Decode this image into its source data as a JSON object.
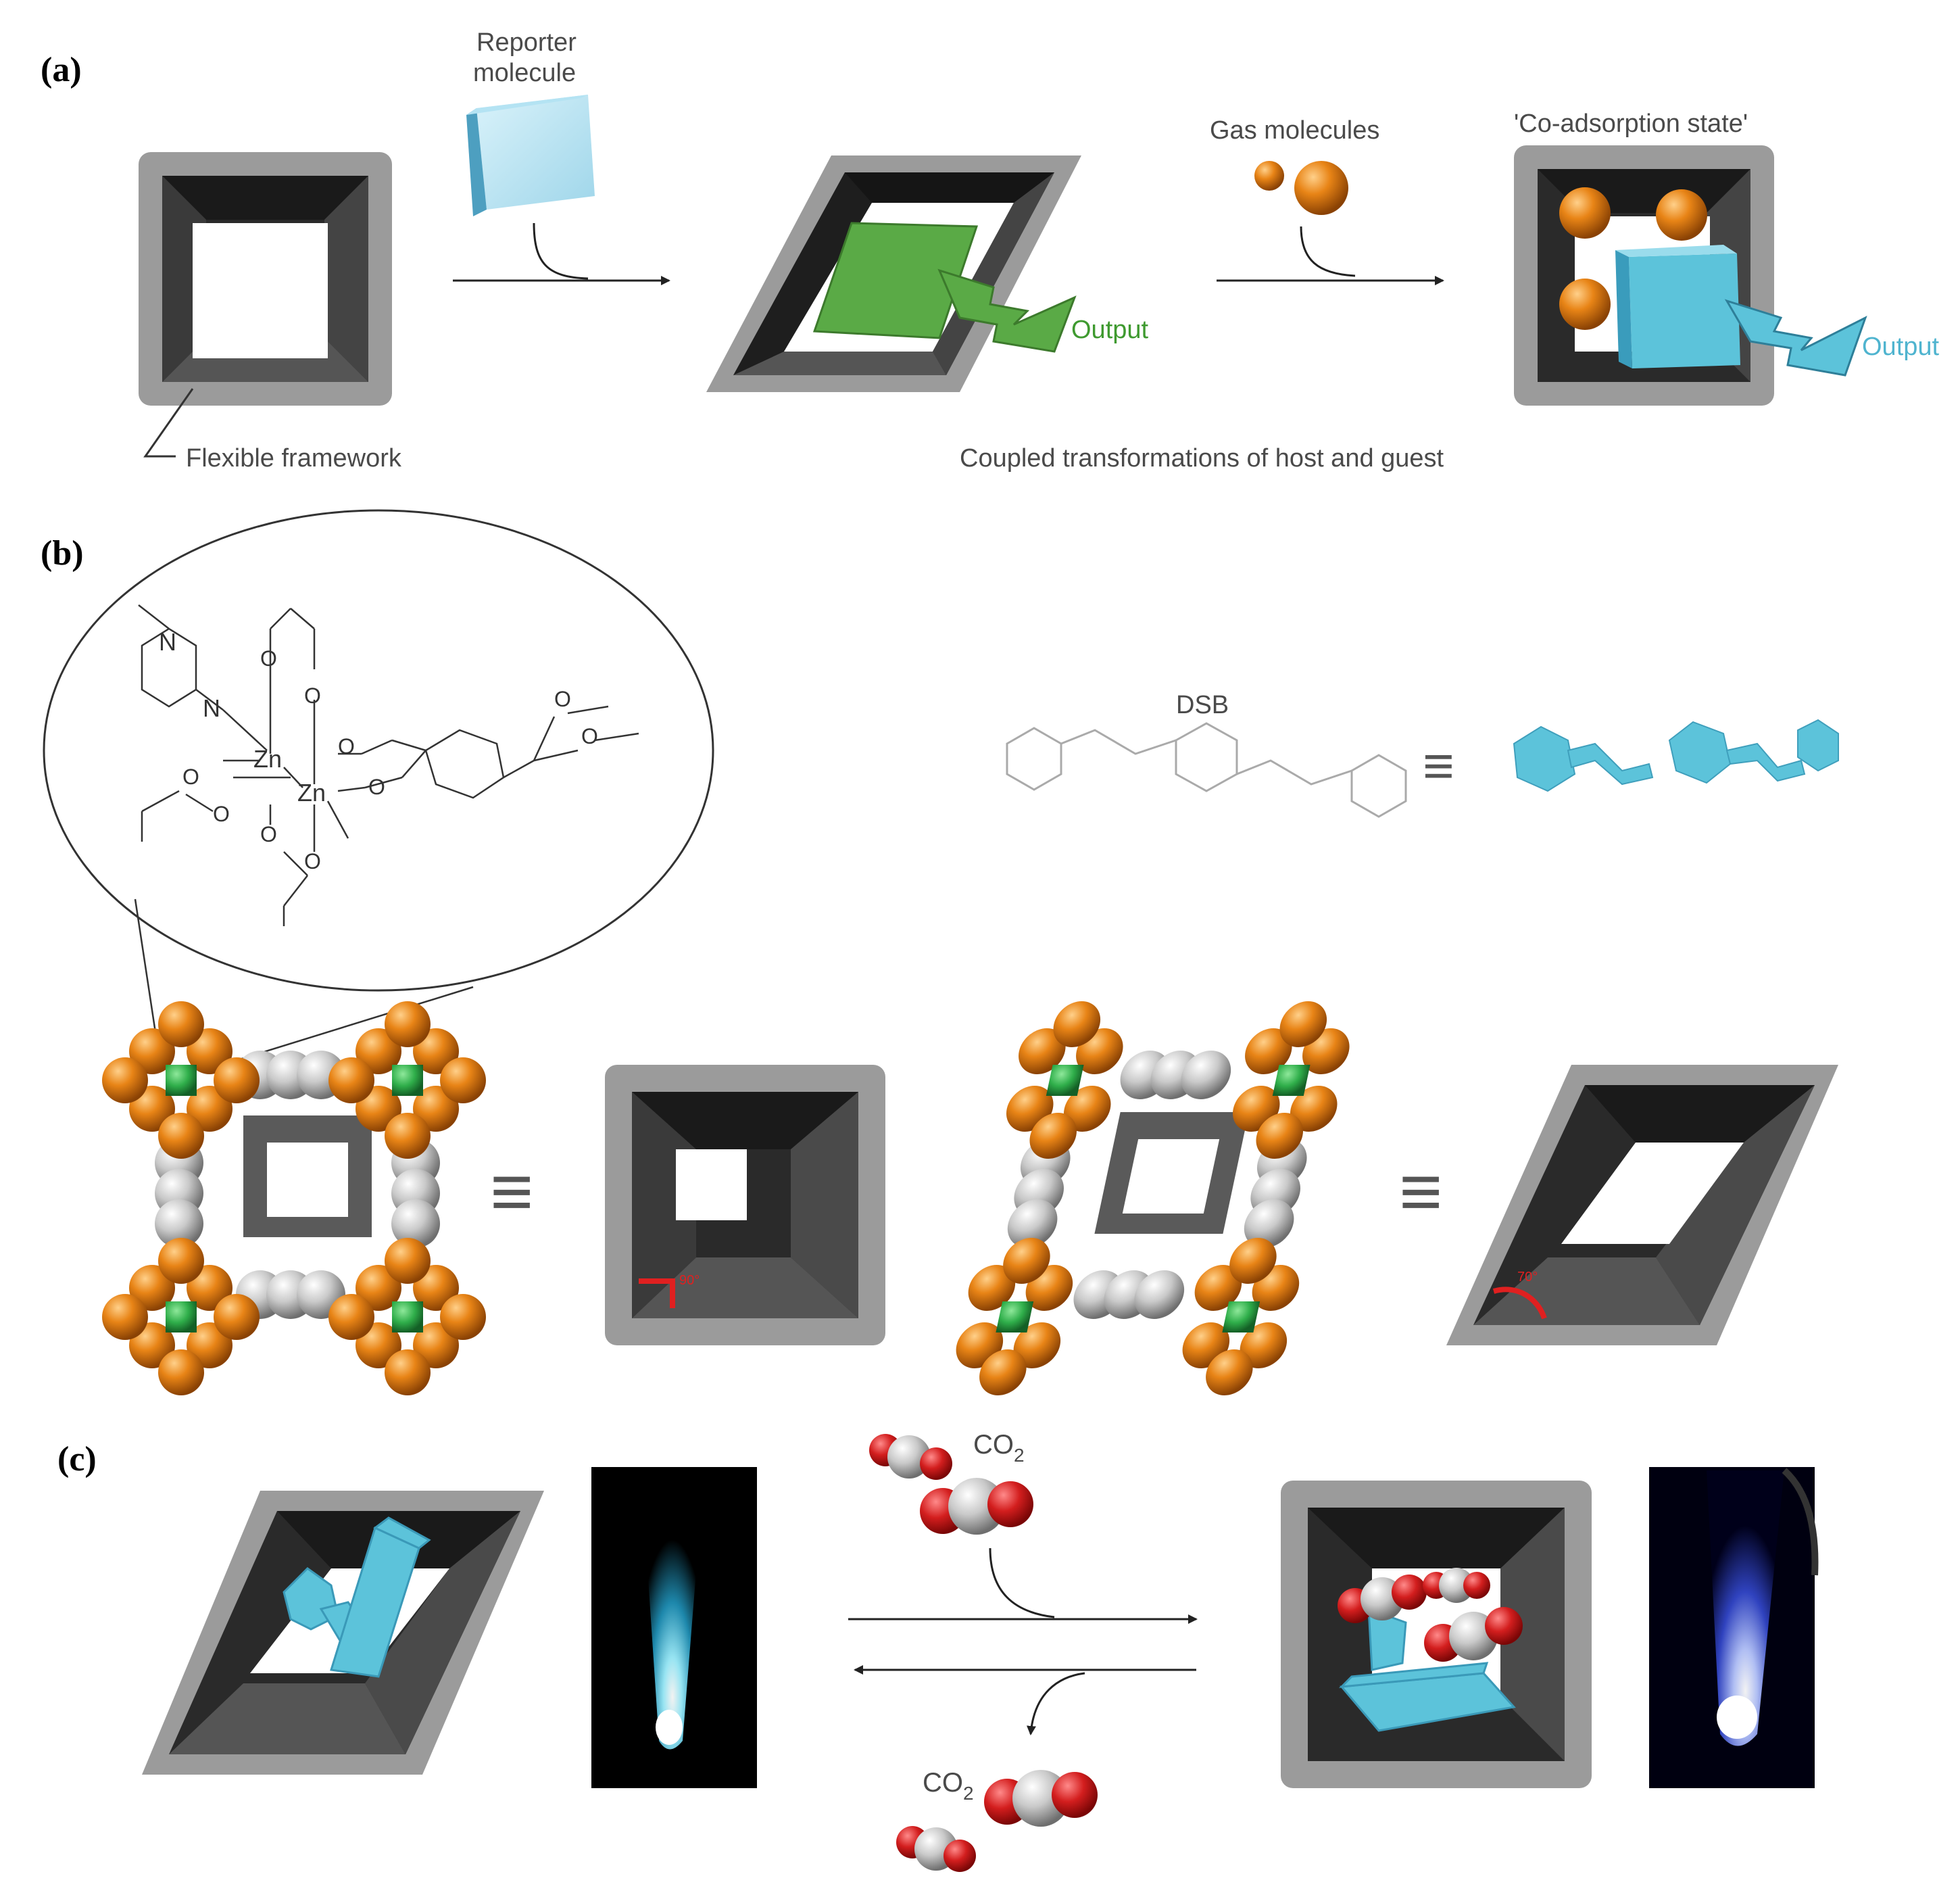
{
  "panels": {
    "a": {
      "label": "(a)",
      "reporter_line1": "Reporter",
      "reporter_line2": "molecule",
      "gas_molecules": "Gas molecules",
      "coadsorption": "'Co-adsorption state'",
      "output_green": "Output",
      "output_blue": "Output",
      "flexible_framework": "Flexible framework",
      "coupled": "Coupled transformations of host and guest"
    },
    "b": {
      "label": "(b)",
      "dsb": "DSB",
      "equiv": "≡",
      "zn1": "Zn",
      "zn2": "Zn",
      "n1": "N",
      "n2": "N",
      "o": "O",
      "angle_left": "90°",
      "angle_right": "70°"
    },
    "c": {
      "label": "(c)",
      "co2_top": "CO",
      "co2_bottom": "CO",
      "sub2": "2"
    }
  },
  "colors": {
    "frame_outer": "#9b9b9b",
    "frame_inner": "#2a2a2a",
    "frame_wall": "#4a4a4a",
    "green": "#5aaa46",
    "cyan": "#5cc3da",
    "orange": "#e07a12",
    "zn_green": "#2fae4a",
    "grey_atom": "#c8c8c8",
    "red_o": "#d42020"
  }
}
